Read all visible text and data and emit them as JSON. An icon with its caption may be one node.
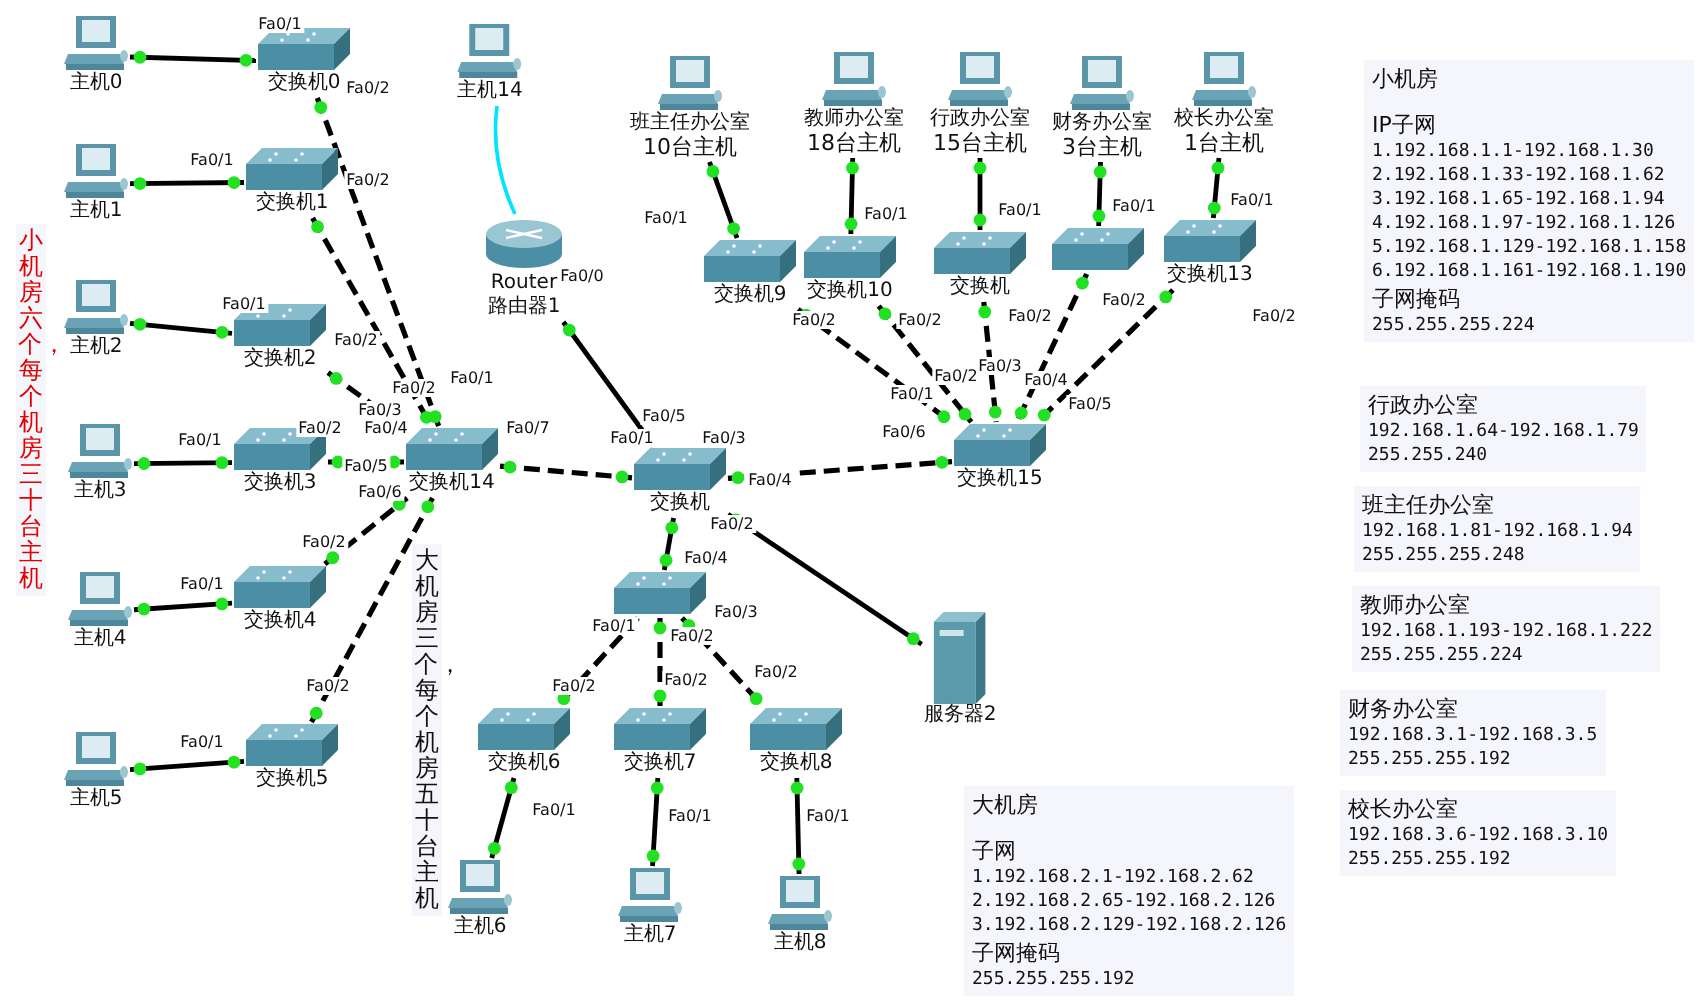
{
  "diagram": {
    "nodes": [
      {
        "text": [
          "主机0"
        ]
      },
      {
        "text": [
          "交换机0"
        ]
      },
      {
        "text": [
          "主机1"
        ]
      },
      {
        "text": [
          "交换机1"
        ]
      },
      {
        "text": [
          "主机2"
        ]
      },
      {
        "text": [
          "交换机2"
        ]
      },
      {
        "text": [
          "主机3"
        ]
      },
      {
        "text": [
          "交换机3"
        ]
      },
      {
        "text": [
          "主机4"
        ]
      },
      {
        "text": [
          "交换机4"
        ]
      },
      {
        "text": [
          "主机5"
        ]
      },
      {
        "text": [
          "交换机5"
        ]
      },
      {
        "text": [
          "交换机14"
        ]
      },
      {
        "text": [
          "主机14"
        ]
      },
      {
        "text": [
          "Router",
          "路由器1"
        ]
      },
      {
        "text": [
          "交换机"
        ]
      },
      {
        "text": [],
        "shape": "box"
      },
      {
        "text": [
          "交换机6"
        ]
      },
      {
        "text": [
          "交换机7"
        ]
      },
      {
        "text": [
          "交换机8"
        ]
      },
      {
        "text": [
          "主机6"
        ]
      },
      {
        "text": [
          "主机7"
        ]
      },
      {
        "text": [
          "主机8"
        ]
      },
      {
        "text": [
          "服务器2"
        ]
      },
      {
        "text": [
          "班主任办公室"
        ],
        "beside": [
          "10台主机"
        ]
      },
      {
        "text": [
          "交换机9"
        ]
      },
      {
        "text": [
          "教师办公室"
        ],
        "beside": [
          "18台主机"
        ]
      },
      {
        "text": [
          "交换机10"
        ]
      },
      {
        "text": [
          "行政办公室"
        ],
        "beside": [
          "15台主机"
        ]
      },
      {
        "text": [
          "交换机"
        ]
      },
      {
        "text": [
          "财务办公室"
        ],
        "beside": [
          "3台主机"
        ]
      },
      {
        "text": [],
        "shape": "box"
      },
      {
        "text": [
          "校长办公室"
        ],
        "beside": [
          "1台主机"
        ]
      },
      {
        "text": [
          "交换机13"
        ]
      },
      {
        "text": [
          "交换机15"
        ]
      },
      {
        "text": [
          "小机房六个，每个机房三十台主机"
        ]
      },
      {
        "text": [
          "大机房三个，每个机房五十台主机"
        ]
      },
      {
        "text": [
          "小机房",
          "IP子网",
          "1.192.168.1.1-192.168.1.30",
          "2.192.168.1.33-192.168.1.62",
          "3.192.168.1.65-192.168.1.94",
          "4.192.168.1.97-192.168.1.126",
          "5.192.168.1.129-192.168.1.158",
          "6.192.168.1.161-192.168.1.190",
          "子网掩码",
          "255.255.255.224"
        ]
      },
      {
        "text": [
          "行政办公室",
          "192.168.1.64-192.168.1.79",
          "255.255.240"
        ]
      },
      {
        "text": [
          "班主任办公室",
          "192.168.1.81-192.168.1.94",
          "255.255.255.248"
        ]
      },
      {
        "text": [
          "教师办公室",
          "192.168.1.193-192.168.1.222",
          "255.255.255.224"
        ]
      },
      {
        "text": [
          "财务办公室",
          "192.168.3.1-192.168.3.5",
          "255.255.255.192"
        ]
      },
      {
        "text": [
          "校长办公室",
          "192.168.3.6-192.168.3.10",
          "255.255.255.192"
        ]
      },
      {
        "text": [
          "大机房",
          "子网",
          "1.192.168.2.1-192.168.2.62",
          "2.192.168.2.65-192.168.2.126",
          "3.192.168.2.129-192.168.2.126",
          "子网掩码",
          "255.255.255.192"
        ]
      }
    ],
    "edges": [
      {
        "from": 0,
        "to": 1,
        "arrow": "none"
      },
      {
        "from": 2,
        "to": 3,
        "arrow": "none"
      },
      {
        "from": 4,
        "to": 5,
        "arrow": "none"
      },
      {
        "from": 6,
        "to": 7,
        "arrow": "none"
      },
      {
        "from": 8,
        "to": 9,
        "arrow": "none"
      },
      {
        "from": 10,
        "to": 11,
        "arrow": "none"
      },
      {
        "from": 1,
        "to": 12,
        "arrow": "none",
        "style": "dashed"
      },
      {
        "from": 3,
        "to": 12,
        "arrow": "none",
        "style": "dashed"
      },
      {
        "from": 5,
        "to": 12,
        "arrow": "none",
        "style": "dashed"
      },
      {
        "from": 7,
        "to": 12,
        "arrow": "none",
        "style": "dashed"
      },
      {
        "from": 9,
        "to": 12,
        "arrow": "none",
        "style": "dashed"
      },
      {
        "from": 11,
        "to": 12,
        "arrow": "none",
        "style": "dashed"
      },
      {
        "from": 13,
        "to": 14,
        "arrow": "none",
        "color": "#00e5ff"
      },
      {
        "from": 14,
        "to": 15,
        "arrow": "none"
      },
      {
        "from": 12,
        "to": 15,
        "arrow": "none",
        "style": "dashed"
      },
      {
        "from": 15,
        "to": 34,
        "arrow": "none",
        "style": "dashed"
      },
      {
        "from": 15,
        "to": 23,
        "arrow": "none"
      },
      {
        "from": 15,
        "to": 16,
        "arrow": "none"
      },
      {
        "from": 16,
        "to": 17,
        "arrow": "none",
        "style": "dashed"
      },
      {
        "from": 16,
        "to": 18,
        "arrow": "none",
        "style": "dashed"
      },
      {
        "from": 16,
        "to": 19,
        "arrow": "none",
        "style": "dashed"
      },
      {
        "from": 17,
        "to": 20,
        "arrow": "none"
      },
      {
        "from": 18,
        "to": 21,
        "arrow": "none"
      },
      {
        "from": 19,
        "to": 22,
        "arrow": "none"
      },
      {
        "from": 24,
        "to": 25,
        "arrow": "none"
      },
      {
        "from": 26,
        "to": 27,
        "arrow": "none"
      },
      {
        "from": 28,
        "to": 29,
        "arrow": "none"
      },
      {
        "from": 30,
        "to": 31,
        "arrow": "none"
      },
      {
        "from": 32,
        "to": 33,
        "arrow": "none"
      },
      {
        "from": 25,
        "to": 34,
        "arrow": "none",
        "style": "dashed"
      },
      {
        "from": 27,
        "to": 34,
        "arrow": "none",
        "style": "dashed"
      },
      {
        "from": 29,
        "to": 34,
        "arrow": "none",
        "style": "dashed"
      },
      {
        "from": 31,
        "to": 34,
        "arrow": "none",
        "style": "dashed"
      },
      {
        "from": 33,
        "to": 34,
        "arrow": "none",
        "style": "dashed"
      }
    ],
    "labels": [
      "Fa0/1",
      "Fa0/2",
      "Fa0/1",
      "Fa0/2",
      "Fa0/1",
      "Fa0/2",
      "Fa0/1",
      "Fa0/2",
      "Fa0/3",
      "Fa0/1",
      "Fa0/2",
      "Fa0/4",
      "Fa0/7",
      "Fa0/5",
      "Fa0/6",
      "Fa0/0",
      "Fa0/5",
      "Fa0/1",
      "Fa0/3",
      "Fa0/4",
      "Fa0/2",
      "Fa0/4",
      "Fa0/1",
      "Fa0/2",
      "Fa0/3",
      "Fa0/2",
      "Fa0/1",
      "Fa0/2",
      "Fa0/1",
      "Fa0/2",
      "Fa0/2",
      "Fa0/2",
      "Fa0/1",
      "Fa0/1",
      "Fa0/1",
      "Fa0/1",
      "Fa0/2",
      "Fa0/1",
      "Fa0/2",
      "Fa0/1",
      "Fa0/2",
      "Fa0/1",
      "Fa0/2",
      "Fa0/1",
      "Fa0/2",
      "Fa0/1",
      "Fa0/2",
      "Fa0/3",
      "Fa0/4",
      "Fa0/5",
      "Fa0/6"
    ]
  }
}
